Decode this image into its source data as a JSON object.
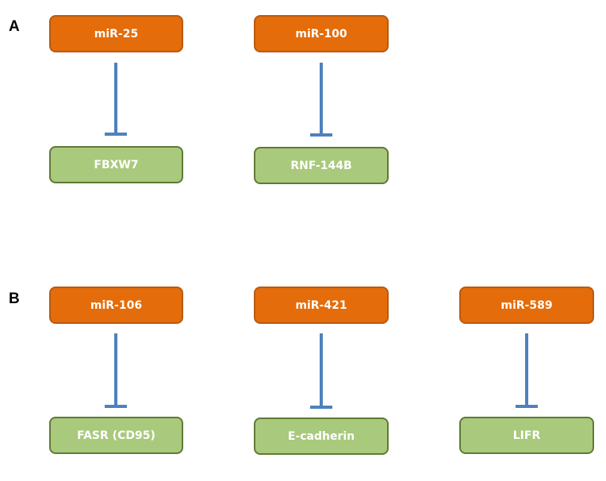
{
  "panels": [
    {
      "label": "A",
      "pairs": [
        {
          "regulator": "miR-25",
          "target": "FBXW7"
        },
        {
          "regulator": "miR-100",
          "target": "RNF-144B"
        }
      ]
    },
    {
      "label": "B",
      "pairs": [
        {
          "regulator": "miR-106",
          "target": "FASR (CD95)"
        },
        {
          "regulator": "miR-421",
          "target": "E-cadherin"
        },
        {
          "regulator": "miR-589",
          "target": "LIFR"
        }
      ]
    }
  ],
  "colors": {
    "regulator_fill": "#e46c0a",
    "target_fill": "#a9c97c",
    "inhibition_edge": "#4f81bd"
  },
  "edge_type": "inhibition"
}
